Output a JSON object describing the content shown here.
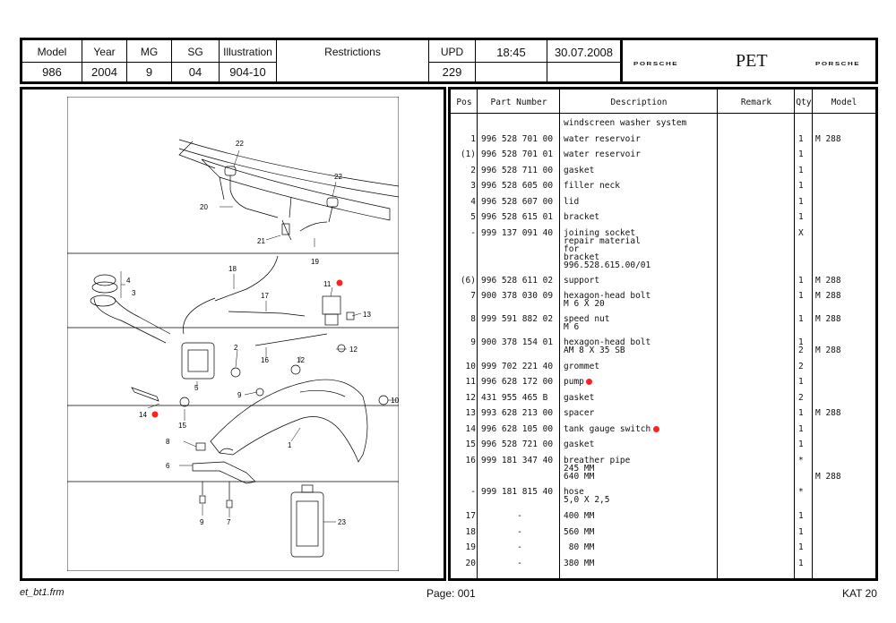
{
  "header": {
    "model_label": "Model",
    "model_value": "986",
    "year_label": "Year",
    "year_value": "2004",
    "mg_label": "MG",
    "mg_value": "9",
    "sg_label": "SG",
    "sg_value": "04",
    "illustration_label": "Illustration",
    "illustration_value": "904-10",
    "restrictions_label": "Restrictions",
    "restrictions_value": "",
    "upd_label": "UPD",
    "upd_value": "229",
    "time": "18:45",
    "date": "30.07.2008",
    "brand_left": "PORSCHE",
    "title": "PET",
    "brand_right": "PORSCHE"
  },
  "table": {
    "headers": {
      "pos": "Pos",
      "part_number": "Part Number",
      "description": "Description",
      "remark": "Remark",
      "qty": "Qty",
      "model": "Model"
    },
    "group_title": "windscreen washer system",
    "rows": [
      {
        "pos": "1",
        "part": "996 528 701 00",
        "desc": "water reservoir",
        "qty": "1",
        "model": "M 288",
        "hl": false
      },
      {
        "pos": "(1)",
        "part": "996 528 701 01",
        "desc": "water reservoir",
        "qty": "1",
        "model": "",
        "hl": false
      },
      {
        "pos": "2",
        "part": "996 528 711 00",
        "desc": "gasket",
        "qty": "1",
        "model": "",
        "hl": false
      },
      {
        "pos": "3",
        "part": "996 528 605 00",
        "desc": "filler neck",
        "qty": "1",
        "model": "",
        "hl": false
      },
      {
        "pos": "4",
        "part": "996 528 607 00",
        "desc": "lid",
        "qty": "1",
        "model": "",
        "hl": false
      },
      {
        "pos": "5",
        "part": "996 528 615 01",
        "desc": "bracket",
        "qty": "1",
        "model": "",
        "hl": false
      },
      {
        "pos": "-",
        "part": "999 137 091 40",
        "desc": "joining socket\nrepair material\nfor\nbracket\n996.528.615.00/01",
        "qty": "X",
        "model": "",
        "hl": false
      },
      {
        "pos": "(6)",
        "part": "996 528 611 02",
        "desc": "support",
        "qty": "1",
        "model": "M 288",
        "hl": false
      },
      {
        "pos": "7",
        "part": "900 378 030 09",
        "desc": "hexagon-head bolt\nM 6 X 20",
        "qty": "1",
        "model": "M 288",
        "hl": false
      },
      {
        "pos": "8",
        "part": "999 591 882 02",
        "desc": "speed nut\nM 6",
        "qty": "1",
        "model": "M 288",
        "hl": false
      },
      {
        "pos": "9",
        "part": "900 378 154 01",
        "desc": "hexagon-head bolt\nAM 8 X 35 SB",
        "qty": "1\n2",
        "model": "\nM 288",
        "hl": false
      },
      {
        "pos": "10",
        "part": "999 702 221 40",
        "desc": "grommet",
        "qty": "2",
        "model": "",
        "hl": false
      },
      {
        "pos": "11",
        "part": "996 628 172 00",
        "desc": "pump",
        "qty": "1",
        "model": "",
        "hl": true
      },
      {
        "pos": "12",
        "part": "431 955 465 B",
        "desc": "gasket",
        "qty": "2",
        "model": "",
        "hl": false
      },
      {
        "pos": "13",
        "part": "993 628 213 00",
        "desc": "spacer",
        "qty": "1",
        "model": "M 288",
        "hl": false
      },
      {
        "pos": "14",
        "part": "996 628 105 00",
        "desc": "tank gauge switch",
        "qty": "1",
        "model": "",
        "hl": true
      },
      {
        "pos": "15",
        "part": "996 528 721 00",
        "desc": "gasket",
        "qty": "1",
        "model": "",
        "hl": false
      },
      {
        "pos": "16",
        "part": "999 181 347 40",
        "desc": "breather pipe\n245 MM\n640 MM",
        "qty": "*",
        "model": "\n\nM 288",
        "hl": false
      },
      {
        "pos": "-",
        "part": "999 181 815 40",
        "desc": "hose\n5,0 X 2,5",
        "qty": "*",
        "model": "",
        "hl": false
      },
      {
        "pos": "17",
        "part": "-",
        "desc": "400 MM",
        "qty": "1",
        "model": "",
        "hl": false
      },
      {
        "pos": "18",
        "part": "-",
        "desc": "560 MM",
        "qty": "1",
        "model": "",
        "hl": false
      },
      {
        "pos": "19",
        "part": "-",
        "desc": " 80 MM",
        "qty": "1",
        "model": "",
        "hl": false
      },
      {
        "pos": "20",
        "part": "-",
        "desc": "380 MM",
        "qty": "1",
        "model": "",
        "hl": false
      }
    ]
  },
  "diagram_labels": [
    "22",
    "22",
    "20",
    "21",
    "19",
    "18",
    "4",
    "3",
    "11",
    "17",
    "13",
    "5",
    "2",
    "16",
    "12",
    "12",
    "9",
    "10",
    "14",
    "15",
    "8",
    "1",
    "6",
    "9",
    "7",
    "23"
  ],
  "footer": {
    "left": "et_bt1.frm",
    "center": "Page: 001",
    "right": "KAT 20"
  },
  "colors": {
    "highlight": "#ff2020"
  }
}
